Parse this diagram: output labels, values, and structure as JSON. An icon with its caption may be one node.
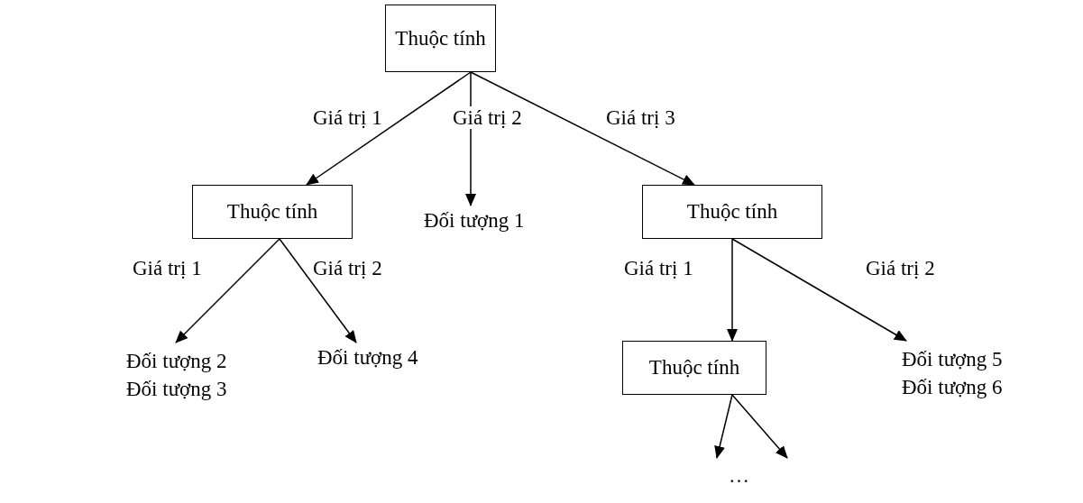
{
  "diagram": {
    "nodes": [
      {
        "text": [
          "Thuộc tính"
        ]
      },
      {
        "text": [
          "Thuộc tính"
        ]
      },
      {
        "text": [
          "Đối tượng 1"
        ]
      },
      {
        "text": [
          "Thuộc tính"
        ]
      },
      {
        "text": [
          "Đối tượng 2",
          "Đối tượng 3"
        ]
      },
      {
        "text": [
          "Đối tượng 4"
        ]
      },
      {
        "text": [
          "Thuộc tính"
        ]
      },
      {
        "text": [
          "Đối tượng 5",
          "Đối tượng 6"
        ]
      }
    ],
    "edges": [
      {
        "from": 0,
        "to": 1,
        "arrow": "to",
        "label": "Giá trị 1"
      },
      {
        "from": 0,
        "to": 2,
        "arrow": "to",
        "label": "Giá trị 2"
      },
      {
        "from": 0,
        "to": 3,
        "arrow": "to",
        "label": "Giá trị 3"
      },
      {
        "from": 1,
        "to": 4,
        "arrow": "to",
        "label": "Giá trị 1"
      },
      {
        "from": 1,
        "to": 5,
        "arrow": "to",
        "label": "Giá trị 2"
      },
      {
        "from": 3,
        "to": 6,
        "arrow": "to",
        "label": "Giá trị 1"
      },
      {
        "from": 3,
        "to": 7,
        "arrow": "to",
        "label": "Giá trị 2"
      },
      {
        "from": 6,
        "to": null,
        "arrow": "to"
      },
      {
        "from": 6,
        "to": null,
        "arrow": "to"
      }
    ],
    "labels": [
      "…"
    ]
  }
}
